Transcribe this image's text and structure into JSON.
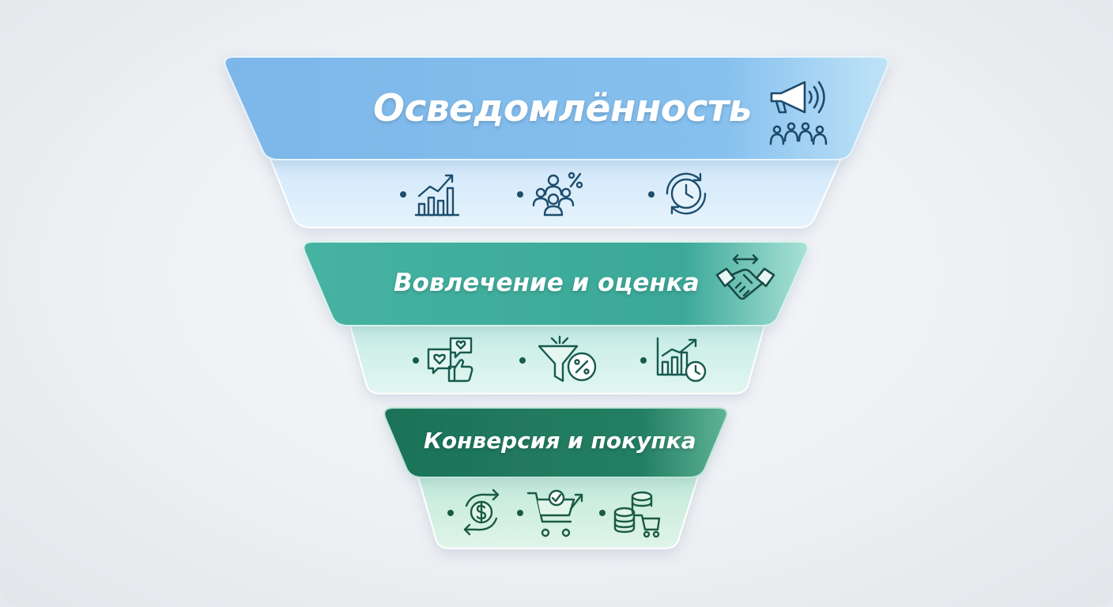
{
  "funnel": {
    "stages": [
      {
        "title": "Осведомлённость",
        "icon": "megaphone-audience-icon",
        "color": "#7fb8e8",
        "items": [
          {
            "icon": "growth-chart-icon"
          },
          {
            "icon": "audience-percent-icon"
          },
          {
            "icon": "time-cycle-clock-icon"
          }
        ]
      },
      {
        "title": "Вовлечение и оценка",
        "icon": "handshake-icon",
        "color": "#3aa898",
        "items": [
          {
            "icon": "likes-chat-thumbs-up-icon"
          },
          {
            "icon": "conversion-funnel-percent-icon"
          },
          {
            "icon": "chart-clock-icon"
          }
        ]
      },
      {
        "title": "Конверсия и покупка",
        "icon": "",
        "color": "#1f7a60",
        "items": [
          {
            "icon": "money-exchange-icon"
          },
          {
            "icon": "cart-checkout-icon"
          },
          {
            "icon": "coins-cart-icon"
          }
        ]
      }
    ]
  }
}
